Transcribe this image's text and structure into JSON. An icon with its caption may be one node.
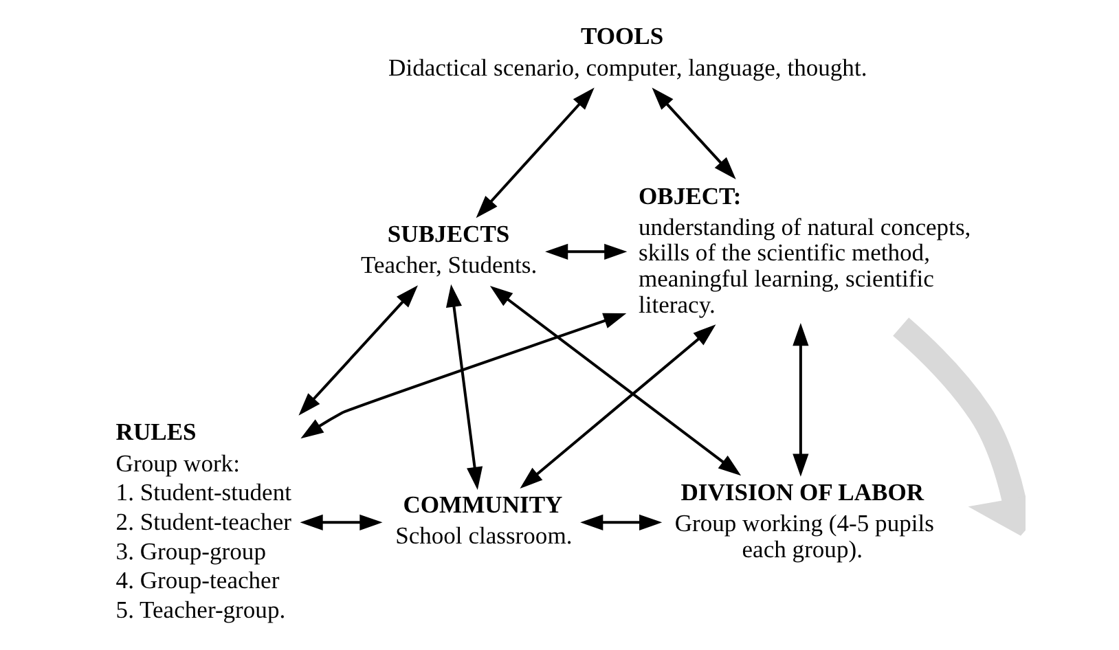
{
  "diagram": {
    "nodes": [
      {
        "text": [
          "TOOLS",
          "Didactical scenario, computer, language, thought."
        ]
      },
      {
        "text": [
          "SUBJECTS",
          "Teacher, Students."
        ]
      },
      {
        "text": [
          "OBJECT:",
          "understanding of natural concepts, skills of the scientific method, meaningful learning, scientific literacy."
        ]
      },
      {
        "text": [
          "RULES",
          "Group work:",
          "1. Student-student",
          "2. Student-teacher",
          "3. Group-group",
          "4. Group-teacher",
          "5. Teacher-group."
        ]
      },
      {
        "text": [
          "COMMUNITY",
          "School classroom."
        ]
      },
      {
        "text": [
          "DIVISION OF LABOR",
          "Group working (4-5 pupils each group)."
        ]
      }
    ],
    "edges": [
      {
        "from": 0,
        "to": 1,
        "arrow": "both"
      },
      {
        "from": 0,
        "to": 2,
        "arrow": "both"
      },
      {
        "from": 1,
        "to": 2,
        "arrow": "both"
      },
      {
        "from": 1,
        "to": 3,
        "arrow": "both"
      },
      {
        "from": 1,
        "to": 4,
        "arrow": "both"
      },
      {
        "from": 1,
        "to": 5,
        "arrow": "both"
      },
      {
        "from": 2,
        "to": 3,
        "arrow": "both"
      },
      {
        "from": 2,
        "to": 4,
        "arrow": "both"
      },
      {
        "from": 2,
        "to": 5,
        "arrow": "both"
      },
      {
        "from": 3,
        "to": 4,
        "arrow": "both"
      },
      {
        "from": 4,
        "to": 5,
        "arrow": "both"
      },
      {
        "from": 2,
        "to": null,
        "arrow": "to",
        "style": "thick",
        "color": "#d9d9d9"
      }
    ]
  }
}
